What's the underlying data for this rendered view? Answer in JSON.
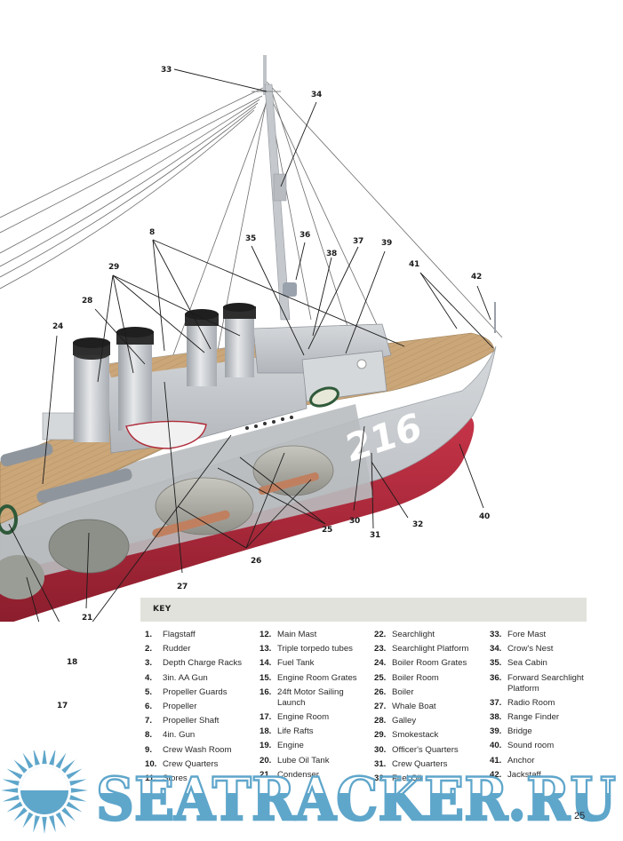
{
  "illustration": {
    "subject": "Destroyer cutaway",
    "hull_number": "216",
    "colors": {
      "hull_red": "#b0283a",
      "superstructure_gray": "#c9ccd0",
      "deck_wood": "#c9a676",
      "funnel_cap": "#2a2a2a",
      "line": "#1b1b1b"
    },
    "callouts": [
      {
        "id": "33",
        "label": "33"
      },
      {
        "id": "34",
        "label": "34"
      },
      {
        "id": "8",
        "label": "8"
      },
      {
        "id": "35",
        "label": "35"
      },
      {
        "id": "36",
        "label": "36"
      },
      {
        "id": "37",
        "label": "37"
      },
      {
        "id": "38",
        "label": "38"
      },
      {
        "id": "39",
        "label": "39"
      },
      {
        "id": "29",
        "label": "29"
      },
      {
        "id": "41",
        "label": "41"
      },
      {
        "id": "42",
        "label": "42"
      },
      {
        "id": "28",
        "label": "28"
      },
      {
        "id": "24",
        "label": "24"
      },
      {
        "id": "40",
        "label": "40"
      },
      {
        "id": "30",
        "label": "30"
      },
      {
        "id": "32",
        "label": "32"
      },
      {
        "id": "31",
        "label": "31"
      },
      {
        "id": "25",
        "label": "25"
      },
      {
        "id": "26",
        "label": "26"
      },
      {
        "id": "27",
        "label": "27"
      },
      {
        "id": "21",
        "label": "21"
      },
      {
        "id": "18",
        "label": "18"
      },
      {
        "id": "17",
        "label": "17"
      }
    ]
  },
  "key": {
    "title": "KEY",
    "columns": [
      [
        {
          "num": "1.",
          "label": "Flagstaff"
        },
        {
          "num": "2.",
          "label": "Rudder"
        },
        {
          "num": "3.",
          "label": "Depth Charge Racks"
        },
        {
          "num": "4.",
          "label": "3in. AA Gun"
        },
        {
          "num": "5.",
          "label": "Propeller Guards"
        },
        {
          "num": "6.",
          "label": "Propeller"
        },
        {
          "num": "7.",
          "label": "Propeller Shaft"
        },
        {
          "num": "8.",
          "label": "4in. Gun"
        },
        {
          "num": "9.",
          "label": "Crew Wash Room"
        },
        {
          "num": "10.",
          "label": "Crew Quarters"
        },
        {
          "num": "11.",
          "label": "Stores"
        }
      ],
      [
        {
          "num": "12.",
          "label": "Main Mast"
        },
        {
          "num": "13.",
          "label": "Triple torpedo tubes"
        },
        {
          "num": "14.",
          "label": "Fuel Tank"
        },
        {
          "num": "15.",
          "label": "Engine Room Grates"
        },
        {
          "num": "16.",
          "label": "24ft Motor Sailing Launch"
        },
        {
          "num": "17.",
          "label": "Engine Room"
        },
        {
          "num": "18.",
          "label": "Life Rafts"
        },
        {
          "num": "19.",
          "label": "Engine"
        },
        {
          "num": "20.",
          "label": "Lube Oil Tank"
        },
        {
          "num": "21.",
          "label": "Condenser"
        }
      ],
      [
        {
          "num": "22.",
          "label": "Searchlight"
        },
        {
          "num": "23.",
          "label": "Searchlight Platform"
        },
        {
          "num": "24.",
          "label": "Boiler Room Grates"
        },
        {
          "num": "25.",
          "label": "Boiler Room"
        },
        {
          "num": "26.",
          "label": "Boiler"
        },
        {
          "num": "27.",
          "label": "Whale Boat"
        },
        {
          "num": "28.",
          "label": "Galley"
        },
        {
          "num": "29.",
          "label": "Smokestack"
        },
        {
          "num": "30.",
          "label": "Officer's Quarters"
        },
        {
          "num": "31.",
          "label": "Crew Quarters"
        },
        {
          "num": "32.",
          "label": "Fuel Oil"
        }
      ],
      [
        {
          "num": "33.",
          "label": "Fore Mast"
        },
        {
          "num": "34.",
          "label": "Crow's Nest"
        },
        {
          "num": "35.",
          "label": "Sea Cabin"
        },
        {
          "num": "36.",
          "label": "Forward Searchlight Platform"
        },
        {
          "num": "37.",
          "label": "Radio Room"
        },
        {
          "num": "38.",
          "label": "Range Finder"
        },
        {
          "num": "39.",
          "label": "Bridge"
        },
        {
          "num": "40.",
          "label": "Sound room"
        },
        {
          "num": "41.",
          "label": "Anchor"
        },
        {
          "num": "42.",
          "label": "Jackstaff"
        }
      ]
    ]
  },
  "watermark": {
    "text": "SEATRACKER.RU",
    "color": "#5fa6cb"
  },
  "page_number": "25"
}
